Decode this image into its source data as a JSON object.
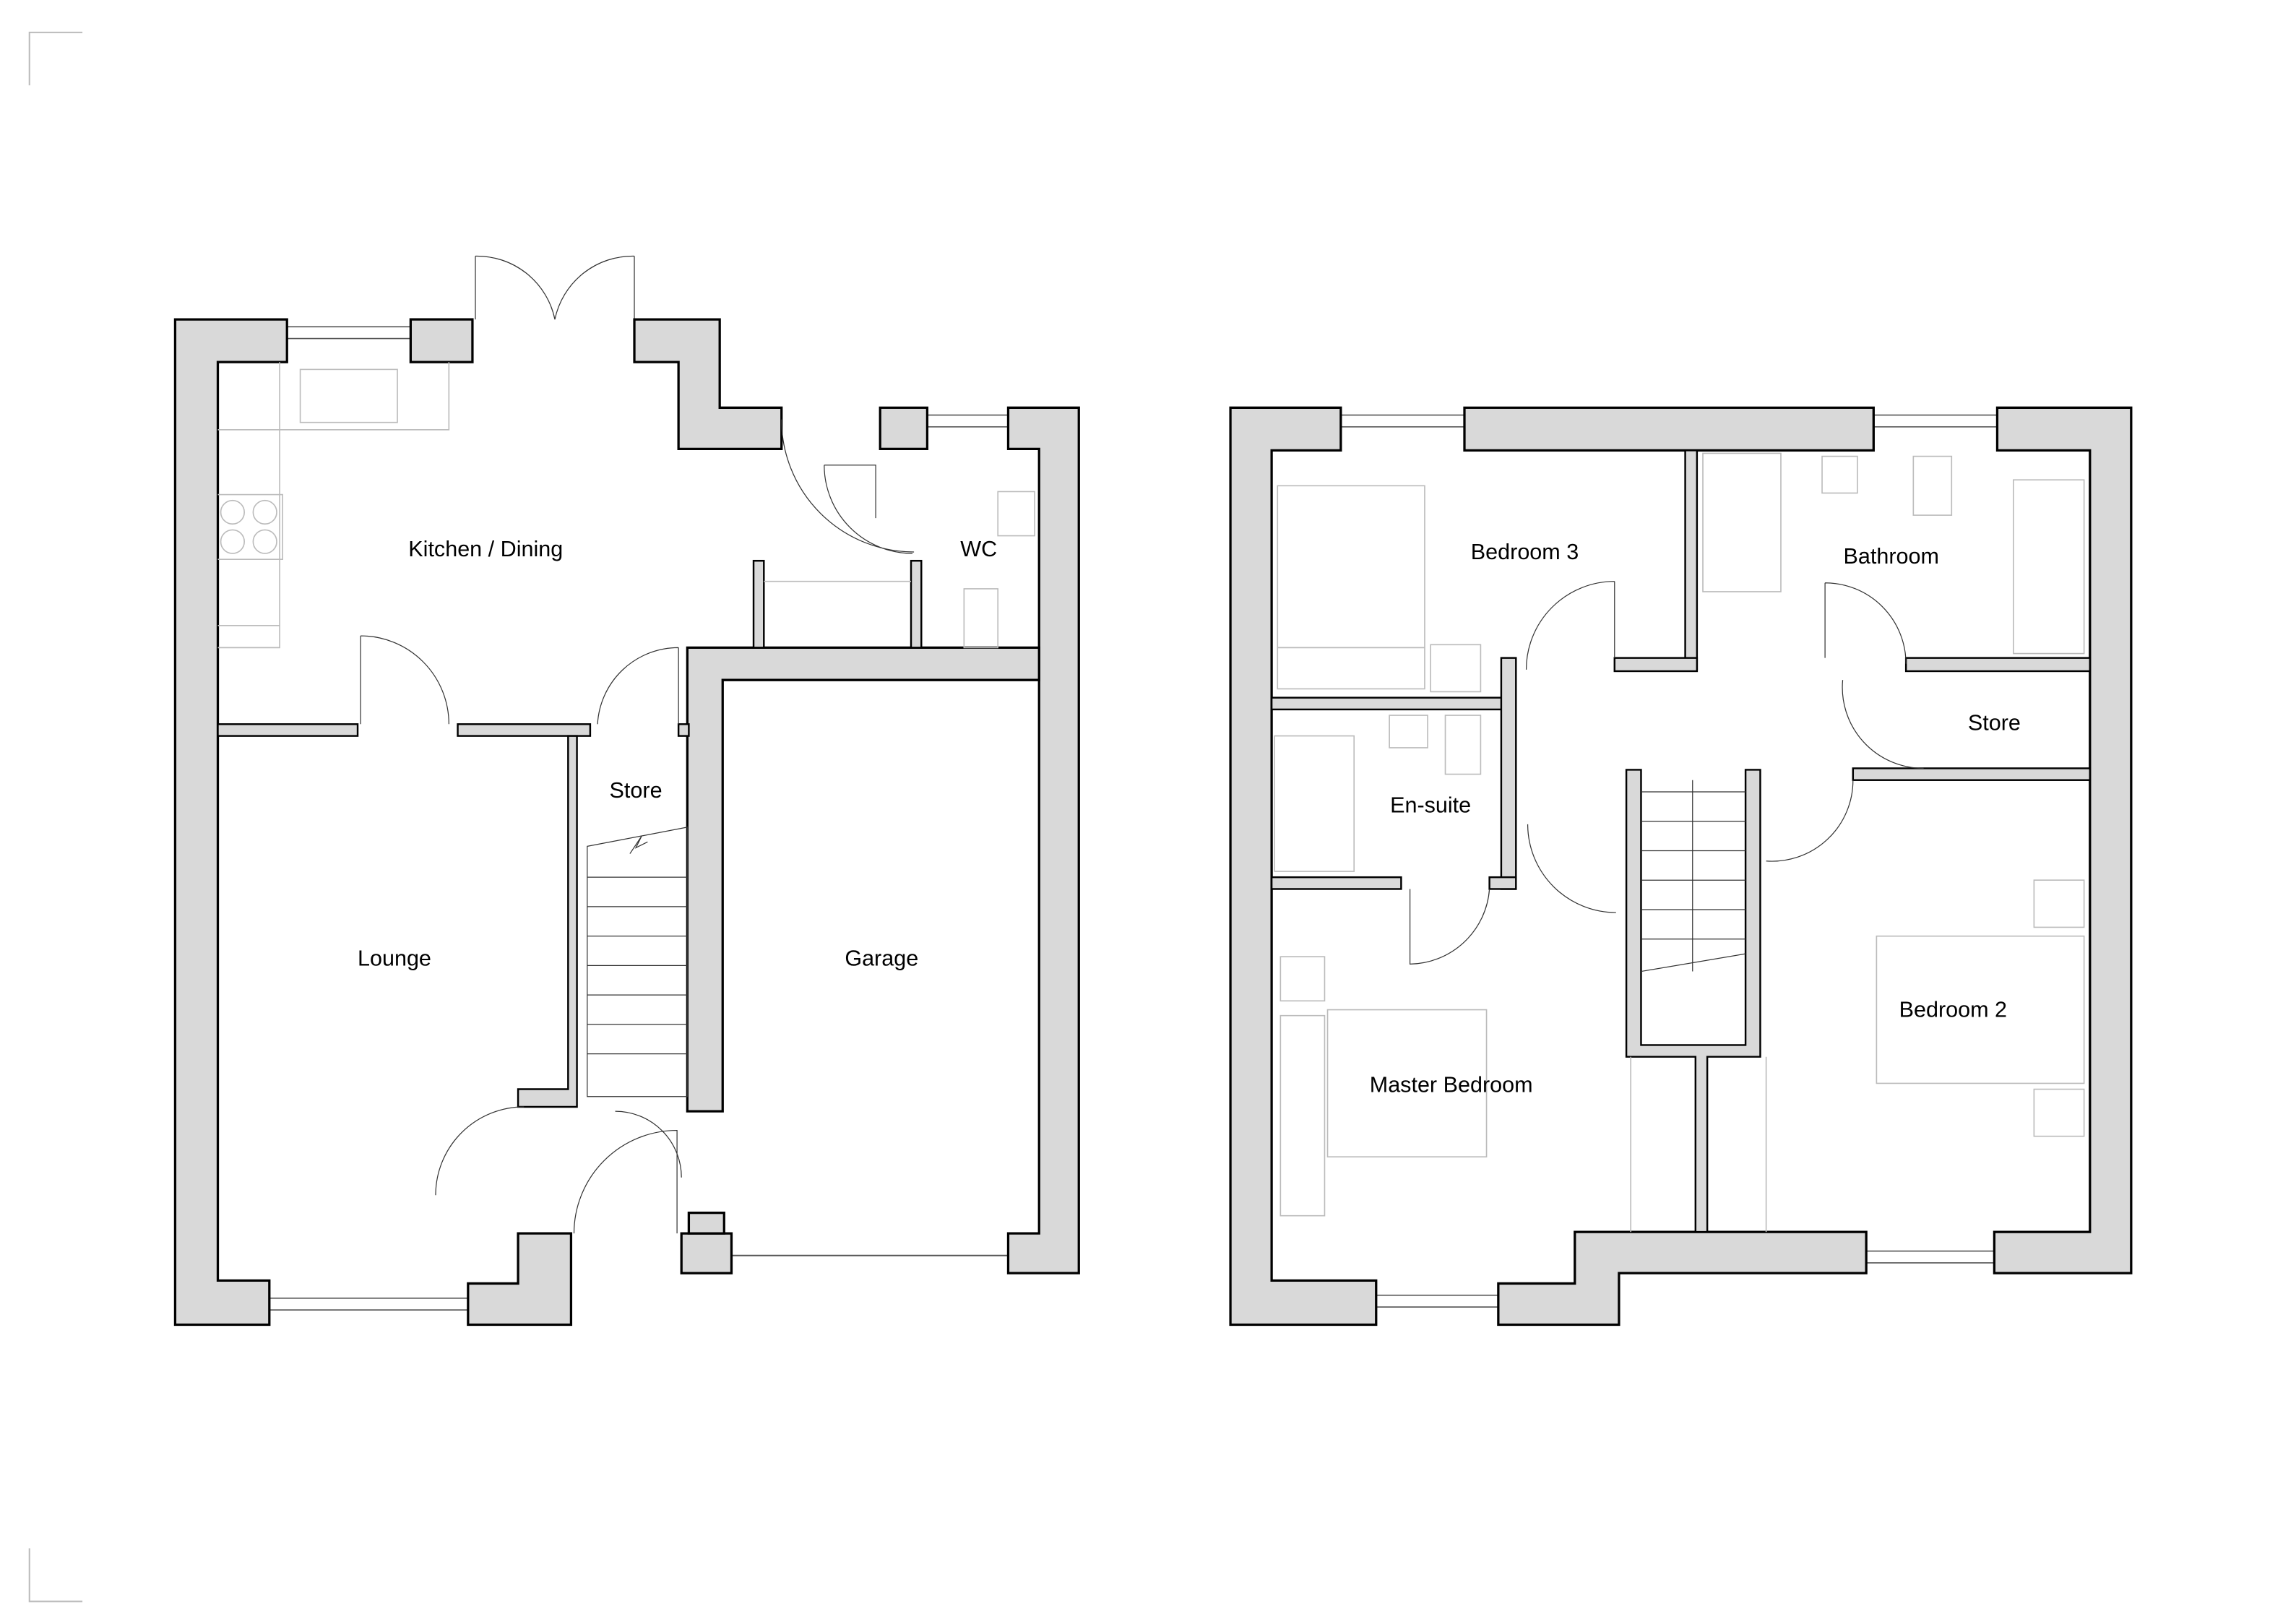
{
  "ground_floor": {
    "rooms": [
      "Kitchen / Dining",
      "WC",
      "Store",
      "Lounge",
      "Garage"
    ]
  },
  "first_floor": {
    "rooms": [
      "Bedroom 3",
      "Bathroom",
      "Store",
      "En-suite",
      "Bedroom 2",
      "Master Bedroom"
    ]
  },
  "colors": {
    "wall_fill": "#d9d9d9",
    "outline": "#000000",
    "fixtures": "#bbbbbb"
  }
}
